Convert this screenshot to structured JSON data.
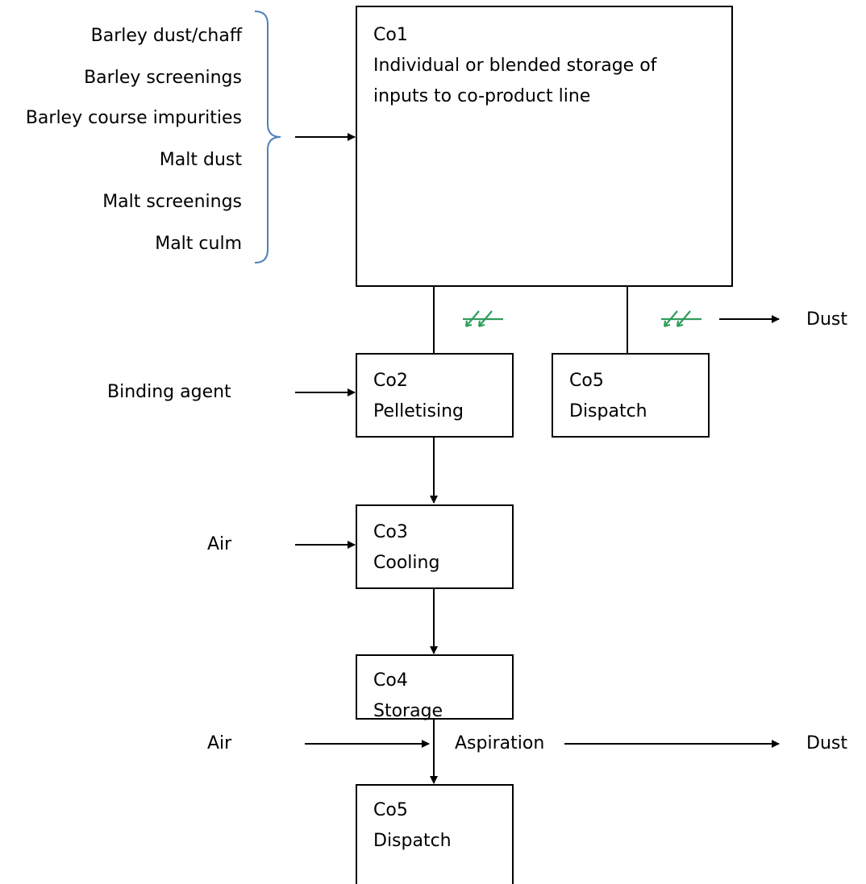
{
  "inputs": {
    "barley_dust_chaff": "Barley dust/chaff",
    "barley_screenings": "Barley screenings",
    "barley_course_impurities": "Barley course impurities",
    "malt_dust": "Malt dust",
    "malt_screenings": "Malt screenings",
    "malt_culm": "Malt culm"
  },
  "boxes": {
    "co1": {
      "code": "Co1",
      "line1": "Individual or blended storage of",
      "line2": "inputs to co-product line"
    },
    "co2": {
      "code": "Co2",
      "name": "Pelletising"
    },
    "co5_top": {
      "code": "Co5",
      "name": "Dispatch"
    },
    "co3": {
      "code": "Co3",
      "name": "Cooling"
    },
    "co4": {
      "code": "Co4",
      "name": "Storage"
    },
    "co5_bottom": {
      "code": "Co5",
      "name": "Dispatch"
    }
  },
  "side_labels": {
    "binding_agent": "Binding agent",
    "air_cooling": "Air",
    "air_storage": "Air",
    "aspiration": "Aspiration",
    "dust_top": "Dust",
    "dust_bottom": "Dust"
  },
  "colors": {
    "brace": "#4f81bd",
    "emission": "#2e9e5b",
    "line": "#000000"
  },
  "icons": {
    "emission": "dust-emission-icon"
  }
}
